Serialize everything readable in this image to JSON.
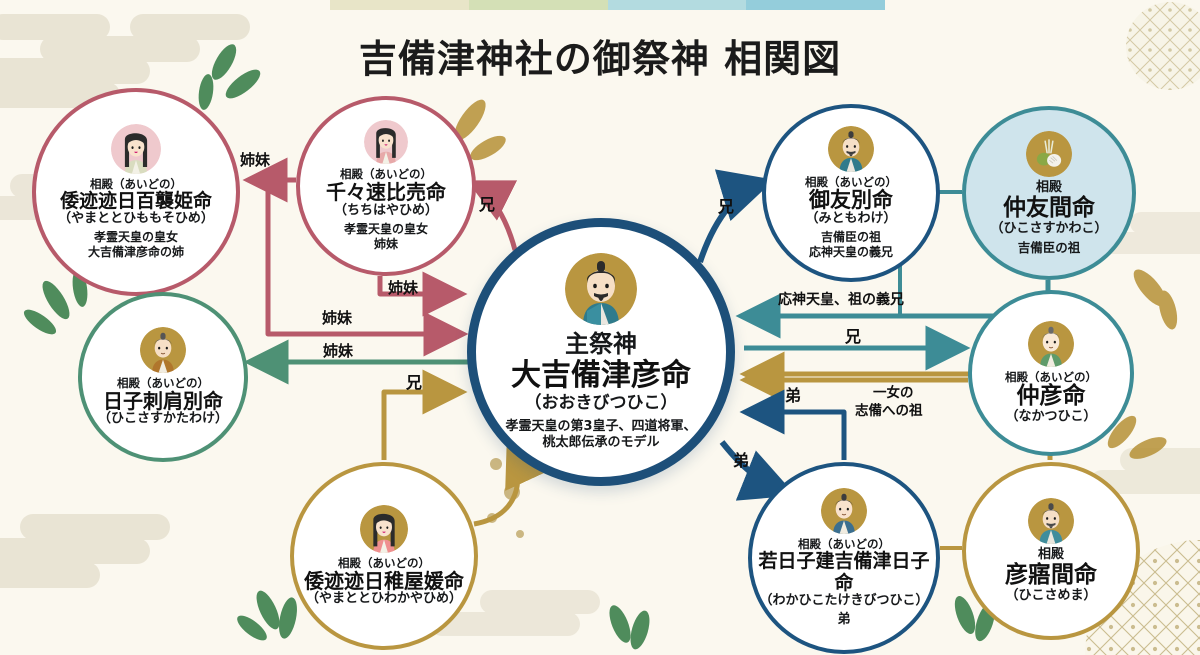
{
  "header": {
    "title": "吉備津神社の御祭神 相関図",
    "topbar_colors": [
      "#e8e5c8",
      "#d4e0b6",
      "#b3dbe0",
      "#94cddb"
    ]
  },
  "theme": {
    "background": "#fbf8ef",
    "cloud": "#e9e4d4",
    "main_ring": "#1d4f79",
    "rose": "#b75a6a",
    "green": "#4e9175",
    "gold": "#b99640",
    "navy": "#1d5480",
    "teal": "#3d8c96",
    "lightblue_fill": "#cfe4ec",
    "leaf_green": "#4f8c5c",
    "avatar_gold": "#b99640",
    "avatar_pink": "#efc9cd"
  },
  "nodes": [
    {
      "id": "main",
      "role": "主祭神",
      "name": "大吉備津彦命",
      "kana": "（おおきびつひこ）",
      "sub": [
        "孝霊天皇の第3皇子、四道将軍、",
        "桃太郎伝承のモデル"
      ],
      "icon": "male-noble-avatar-icon",
      "ring_color": "#1d4f79"
    },
    {
      "id": "yamatomomoso",
      "role": "相殿（あいどの）",
      "name": "倭迹迹日百襲姫命",
      "kana": "（やまととひももそひめ）",
      "sub": [
        "孝霊天皇の皇女",
        "大吉備津彦命の姉"
      ],
      "icon": "female-noble-avatar-icon",
      "ring_color": "#b75a6a"
    },
    {
      "id": "chichihaya",
      "role": "相殿（あいどの）",
      "name": "千々速比売命",
      "kana": "（ちちはやひめ）",
      "sub": [
        "孝霊天皇の皇女",
        "姉妹"
      ],
      "icon": "female-noble-avatar-icon",
      "ring_color": "#b75a6a"
    },
    {
      "id": "hikosasukata",
      "role": "相殿（あいどの）",
      "name": "日子刺肩別命",
      "kana": "（ひこさすかたわけ）",
      "sub": [],
      "icon": "male-noble-avatar-icon",
      "ring_color": "#4e9175"
    },
    {
      "id": "wakayahime",
      "role": "相殿（あいどの）",
      "name": "倭迹迹日稚屋媛命",
      "kana": "（やまととひわかやひめ）",
      "sub": [],
      "icon": "female-noble-avatar-icon",
      "ring_color": "#b99640"
    },
    {
      "id": "mitomowake",
      "role": "相殿（あいどの）",
      "name": "御友別命",
      "kana": "（みともわけ）",
      "sub": [
        "吉備臣の祖",
        "応神天皇の義兄"
      ],
      "icon": "male-noble-avatar-icon",
      "ring_color": "#1d5480"
    },
    {
      "id": "nakatomowake",
      "role": "相殿",
      "name": "仲友間命",
      "kana": "（ひこさすかわこ）",
      "sub": [
        "吉備臣の祖"
      ],
      "icon": "vegetable-offering-icon",
      "ring_color": "#3d8c96"
    },
    {
      "id": "nakatsuhiko",
      "role": "相殿（あいどの）",
      "name": "仲彦命",
      "kana": "（なかつひこ）",
      "sub": [],
      "icon": "male-noble-avatar-icon",
      "ring_color": "#3d8c96"
    },
    {
      "id": "wakahiko",
      "role": "相殿（あいどの）",
      "name": "若日子建吉備津日子命",
      "kana": "（わかひこたけきびつひこ）",
      "sub": [
        "弟"
      ],
      "icon": "male-noble-avatar-icon",
      "ring_color": "#1d5480"
    },
    {
      "id": "hikosamema",
      "role": "相殿",
      "name": "彦寤間命",
      "kana": "（ひこさめま）",
      "sub": [],
      "icon": "male-noble-avatar-icon",
      "ring_color": "#b99640"
    }
  ],
  "edges": [
    {
      "id": "e1",
      "label": "姉妹",
      "from": "chichihaya",
      "to": "yamatomomoso",
      "color": "#b75a6a"
    },
    {
      "id": "e2",
      "label": "兄",
      "from": "main",
      "to": "chichihaya",
      "color": "#b75a6a"
    },
    {
      "id": "e3",
      "label": "姉妹",
      "from": "chichihaya",
      "to": "main",
      "color": "#b75a6a"
    },
    {
      "id": "e4",
      "label": "姉妹",
      "from": "yamatomomoso",
      "to": "main",
      "color": "#b75a6a"
    },
    {
      "id": "e5",
      "label": "姉妹",
      "from": "main",
      "to": "hikosasukata",
      "color": "#4e9175"
    },
    {
      "id": "e6",
      "label": "兄",
      "from": "wakayahime",
      "to": "main",
      "color": "#b99640"
    },
    {
      "id": "e7",
      "label": "兄",
      "from": "main",
      "to": "mitomowake",
      "color": "#1d5480"
    },
    {
      "id": "e8",
      "label": "応神天皇、祖の義兄",
      "from": "nakatomowake",
      "to": "main",
      "color": "#3d8c96"
    },
    {
      "id": "e9",
      "label": "兄",
      "from": "main",
      "to": "nakatsuhiko",
      "color": "#3d8c96"
    },
    {
      "id": "e10",
      "label": "弟",
      "from": "nakatsuhiko",
      "to": "main",
      "color": "#b99640"
    },
    {
      "id": "e11",
      "label": "一女の\n志備への祖",
      "from": "hikosamema",
      "to": "main",
      "color": "#b99640"
    },
    {
      "id": "e12",
      "label": "弟",
      "from": "wakahiko",
      "to": "main",
      "color": "#1d5480"
    },
    {
      "id": "e13",
      "label": "弟",
      "from": "main",
      "to": "wakahiko",
      "color": "#1d5480"
    }
  ],
  "edge_labels": {
    "l_shimai_top": "姉妹",
    "l_ani_top_left": "兄",
    "l_shimai_mid1": "姉妹",
    "l_shimai_mid2": "姉妹",
    "l_shimai_green": "姉妹",
    "l_ani_gold_left": "兄",
    "l_ani_right_top": "兄",
    "l_ojin": "応神天皇、祖の義兄",
    "l_ani_right_mid": "兄",
    "l_oto_right1": "弟",
    "l_ichijo_1": "一女の",
    "l_ichijo_2": "志備への祖",
    "l_oto_right2": "弟"
  }
}
